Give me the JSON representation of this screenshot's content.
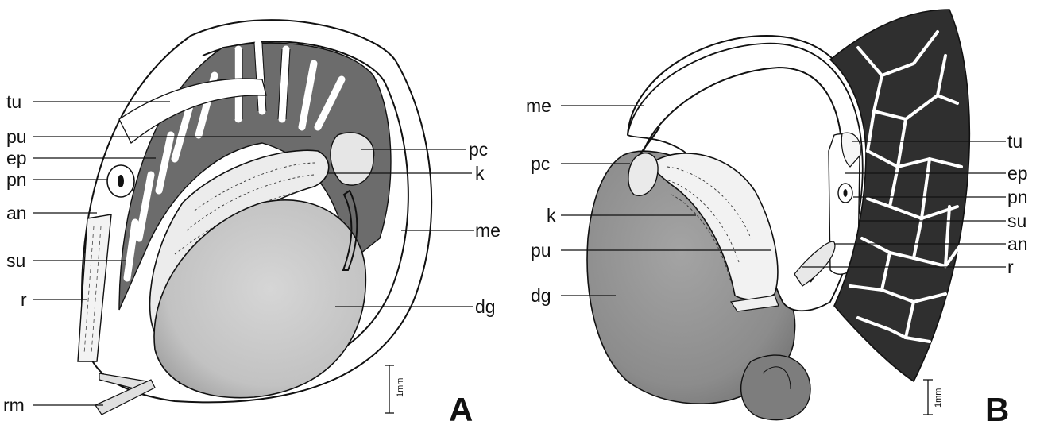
{
  "panel_a": {
    "letter": "A",
    "labels": {
      "tu": "tu",
      "pu": "pu",
      "ep": "ep",
      "pn": "pn",
      "an": "an",
      "su": "su",
      "r": "r",
      "rm": "rm",
      "pc": "pc",
      "k": "k",
      "me": "me",
      "dg": "dg"
    },
    "scale": "1mm"
  },
  "panel_b": {
    "letter": "B",
    "labels": {
      "me": "me",
      "pc": "pc",
      "k": "k",
      "pu": "pu",
      "dg": "dg",
      "tu": "tu",
      "ep": "ep",
      "pn": "pn",
      "su": "su",
      "an": "an",
      "r": "r"
    },
    "scale": "1mm"
  }
}
